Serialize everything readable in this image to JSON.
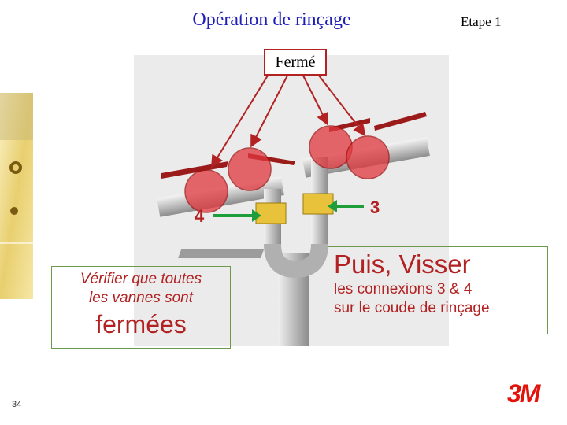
{
  "header": {
    "title": "Opération de rinçage",
    "step": "Etape 1"
  },
  "callout": {
    "label": "Fermé"
  },
  "instructions": {
    "left_line1": "Vérifier que toutes",
    "left_line2": "les vannes sont",
    "left_emphasis": "fermées",
    "right_heading": "Puis, Visser",
    "right_line1": "les connexions 3 & 4",
    "right_line2": "sur le coude de rinçage"
  },
  "markers": {
    "left": "4",
    "right": "3"
  },
  "footer": {
    "page": "34",
    "logo": "3M"
  },
  "colors": {
    "title": "#1f1fb8",
    "accent": "#b22222",
    "valve_highlight": "#e0383e",
    "arrow": "#1e9e3a",
    "fitting": "#e8c23a"
  }
}
